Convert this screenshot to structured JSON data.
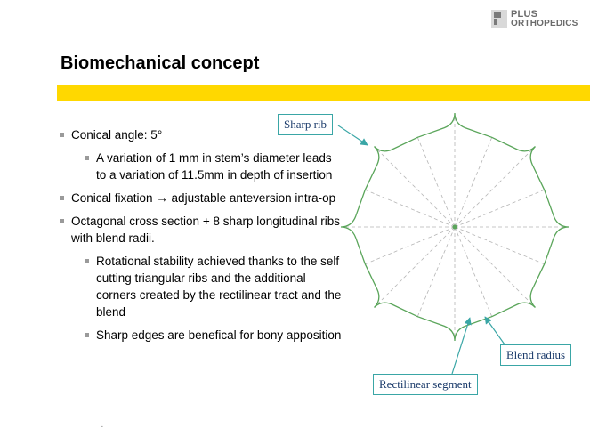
{
  "logo": {
    "line1": "PLUS",
    "line2": "ORTHOPEDICS"
  },
  "slide": {
    "title": "Biomechanical concept",
    "bullets": [
      {
        "level": 1,
        "text": "Conical angle: 5°"
      },
      {
        "level": 2,
        "text": "A variation of 1 mm in stem’s diameter leads to a variation of 11.5mm in depth of insertion"
      },
      {
        "level": 1,
        "text": "Conical fixation → adjustable anteversion intra-op"
      },
      {
        "level": 1,
        "text": "Octagonal cross section + 8 sharp longitudinal ribs with blend radii."
      },
      {
        "level": 2,
        "text": "Rotational stability achieved thanks to the self cutting triangular ribs and the additional corners created by the rectilinear tract and the blend"
      },
      {
        "level": 2,
        "text": "Sharp edges are benefical for bony apposition"
      }
    ]
  },
  "diagram": {
    "callouts": {
      "sharp_rib": "Sharp rib",
      "blend_radius": "Blend radius",
      "rectilinear_segment": "Rectilinear segment"
    }
  },
  "footer": {
    "mark": "-"
  },
  "colors": {
    "accent_band": "#ffd800",
    "outline": "#5aa55a",
    "callout_border": "#3aa6a6",
    "bullet_square": "#9a9a9a"
  }
}
